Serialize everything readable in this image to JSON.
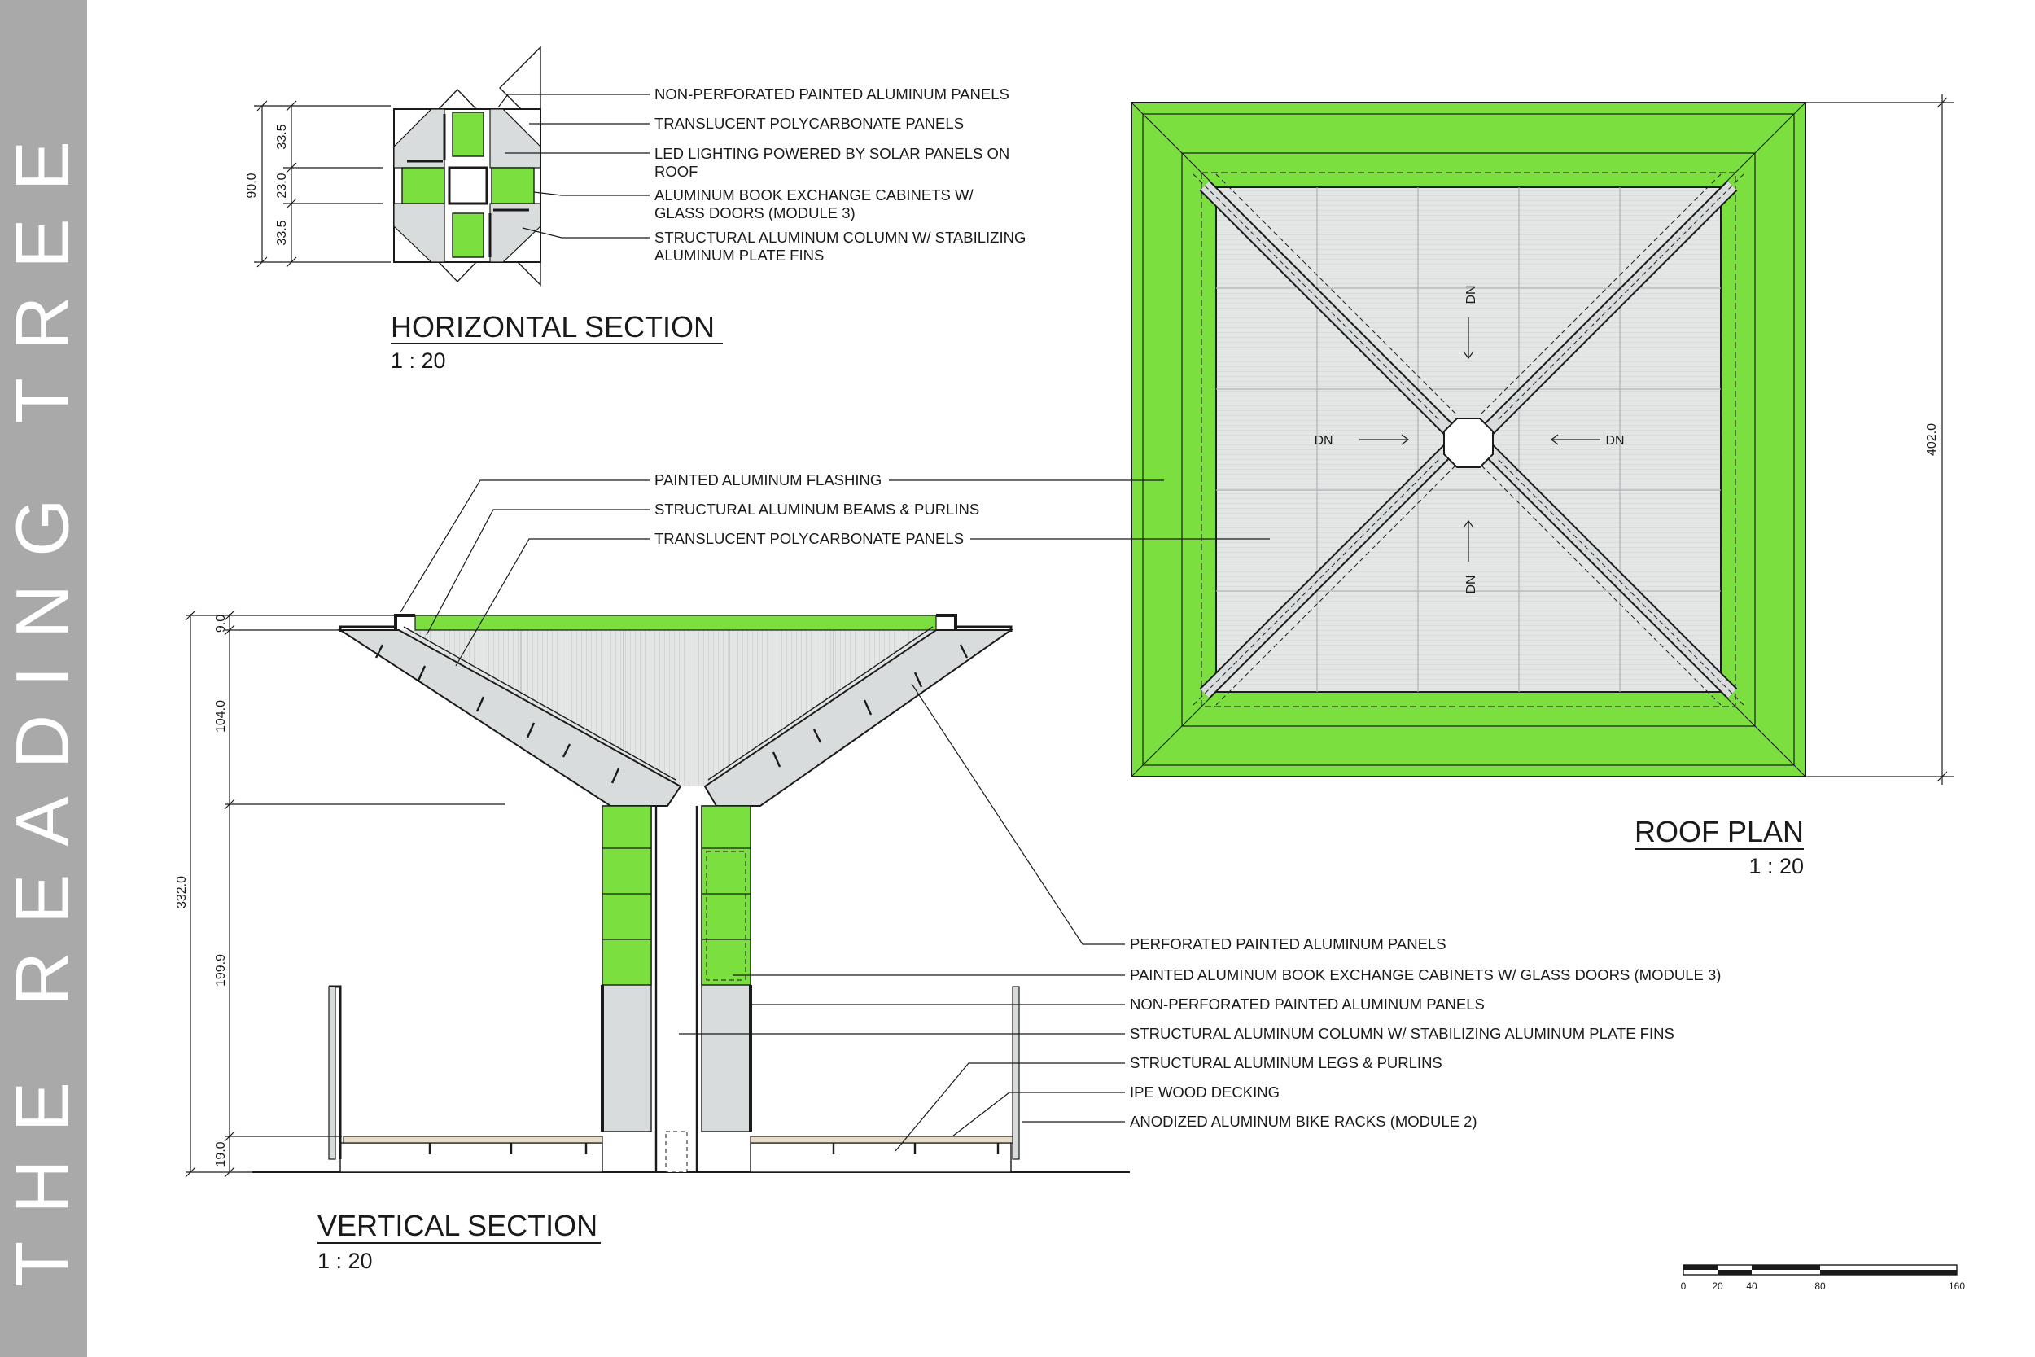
{
  "sheet_title": "THE READING TREE",
  "colors": {
    "green": "#7be03f",
    "panel": "#d9dcdc",
    "sidebar": "#a9a9a9",
    "line": "#1a1a1a"
  },
  "horizontal_section": {
    "title": "HORIZONTAL SECTION",
    "scale": "1 : 20",
    "dims": {
      "total": "90.0",
      "top": "33.5",
      "middle": "23.0",
      "bottom": "33.5"
    },
    "notes": [
      "NON-PERFORATED PAINTED ALUMINUM PANELS",
      "TRANSLUCENT POLYCARBONATE PANELS",
      "LED LIGHTING POWERED BY SOLAR PANELS ON",
      "ROOF",
      "ALUMINUM BOOK EXCHANGE CABINETS W/",
      "GLASS DOORS (MODULE 3)",
      "STRUCTURAL ALUMINUM COLUMN W/ STABILIZING",
      "ALUMINUM PLATE FINS"
    ]
  },
  "roof_plan": {
    "title": "ROOF PLAN",
    "scale": "1 : 20",
    "dim": "402.0",
    "arrow_label": "DN"
  },
  "vertical_section": {
    "title": "VERTICAL SECTION",
    "scale": "1 : 20",
    "dims": {
      "total": "332.0",
      "a": "9.0",
      "b": "104.0",
      "c": "199.9",
      "d": "19.0"
    },
    "upper_notes": [
      "PAINTED ALUMINUM FLASHING",
      "STRUCTURAL ALUMINUM BEAMS & PURLINS",
      "TRANSLUCENT POLYCARBONATE PANELS"
    ],
    "lower_notes": [
      "PERFORATED PAINTED  ALUMINUM PANELS",
      "PAINTED ALUMINUM BOOK EXCHANGE CABINETS W/ GLASS DOORS (MODULE 3)",
      "NON-PERFORATED PAINTED ALUMINUM PANELS",
      "STRUCTURAL ALUMINUM COLUMN W/ STABILIZING ALUMINUM PLATE FINS",
      "STRUCTURAL ALUMINUM LEGS & PURLINS",
      "IPE WOOD DECKING",
      "ANODIZED ALUMINUM BIKE RACKS (MODULE 2)"
    ]
  },
  "scale_bar": {
    "ticks": [
      "0",
      "20",
      "40",
      "80",
      "160"
    ]
  }
}
